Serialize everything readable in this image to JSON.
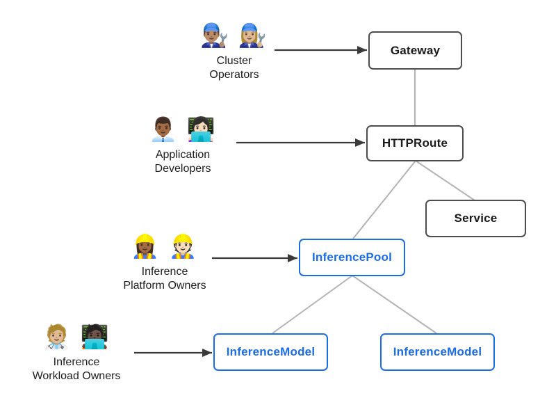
{
  "personas": [
    {
      "id": "cluster-operators",
      "emoji": "👨🏽‍🔧 👩🏼‍🔧",
      "emoji_names": [
        "man-mechanic-emoji",
        "woman-mechanic-emoji"
      ],
      "lines": [
        "Cluster",
        "Operators"
      ]
    },
    {
      "id": "application-developers",
      "emoji": "👨🏾‍💼 👩🏻‍💻",
      "emoji_names": [
        "man-office-worker-emoji",
        "woman-technologist-emoji"
      ],
      "lines": [
        "Application",
        "Developers"
      ]
    },
    {
      "id": "inference-platform-owners",
      "emoji": "👷🏾‍♀️ 👷🏻",
      "emoji_names": [
        "woman-construction-worker-emoji",
        "construction-worker-emoji"
      ],
      "lines": [
        "Inference",
        "Platform Owners"
      ]
    },
    {
      "id": "inference-workload-owners",
      "emoji": "🧑🏼‍⚕️ 🧑🏿‍💻",
      "emoji_names": [
        "health-worker-emoji",
        "technologist-emoji"
      ],
      "lines": [
        "Inference",
        "Workload Owners"
      ]
    }
  ],
  "nodes": {
    "gateway": {
      "label": "Gateway",
      "style": "neutral"
    },
    "httproute": {
      "label": "HTTPRoute",
      "style": "neutral"
    },
    "service": {
      "label": "Service",
      "style": "neutral"
    },
    "inference_pool": {
      "label": "InferencePool",
      "style": "accent"
    },
    "inference_model_left": {
      "label": "InferenceModel",
      "style": "accent"
    },
    "inference_model_right": {
      "label": "InferenceModel",
      "style": "accent"
    }
  },
  "edges": [
    {
      "from": "Cluster Operators",
      "to": "Gateway",
      "kind": "arrow"
    },
    {
      "from": "Application Developers",
      "to": "HTTPRoute",
      "kind": "arrow"
    },
    {
      "from": "Inference Platform Owners",
      "to": "InferencePool",
      "kind": "arrow"
    },
    {
      "from": "Inference Workload Owners",
      "to": "InferenceModel (left)",
      "kind": "arrow"
    },
    {
      "from": "Gateway",
      "to": "HTTPRoute",
      "kind": "line"
    },
    {
      "from": "HTTPRoute",
      "to": "Service",
      "kind": "line"
    },
    {
      "from": "HTTPRoute",
      "to": "InferencePool",
      "kind": "line"
    },
    {
      "from": "InferencePool",
      "to": "InferenceModel (left)",
      "kind": "line"
    },
    {
      "from": "InferencePool",
      "to": "InferenceModel (right)",
      "kind": "line"
    }
  ],
  "colors": {
    "background": "#ffffff",
    "node_border_neutral": "#4d4d4d",
    "node_text_neutral": "#1a1a1a",
    "accent_blue": "#1a6ce8",
    "connector_gray": "#b3b3b3",
    "arrow_dark": "#3a3a3a",
    "label_text": "#1c1c1c"
  }
}
